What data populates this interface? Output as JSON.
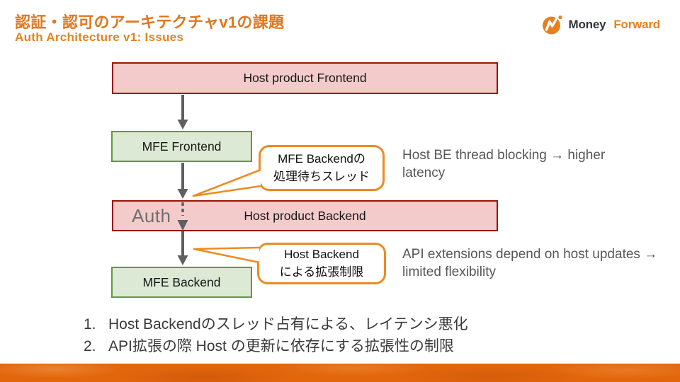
{
  "header": {
    "title_ja": "認証・認可のアーキテクチャv1の課題",
    "title_en": "Auth Architecture v1: Issues"
  },
  "logo": {
    "word1": "Money",
    "word2": "Forward",
    "icon": "money-forward-mark"
  },
  "diagram": {
    "boxes": [
      {
        "id": "host-frontend",
        "label": "Host product Frontend"
      },
      {
        "id": "mfe-frontend",
        "label": "MFE Frontend"
      },
      {
        "id": "host-backend",
        "label": "Host product Backend",
        "side_label": "Auth"
      },
      {
        "id": "mfe-backend",
        "label": "MFE Backend"
      }
    ],
    "callouts": [
      {
        "lines": [
          "MFE Backendの",
          "処理待ちスレッド"
        ]
      },
      {
        "lines": [
          "Host Backend",
          "による拡張制限"
        ]
      }
    ],
    "annotations": [
      {
        "text": "Host BE thread blocking → higher latency"
      },
      {
        "text": "API extensions depend on host updates → limited flexibility"
      }
    ]
  },
  "issues": [
    {
      "number": "1.",
      "text": "Host Backendのスレッド占有による、レイテンシ悪化"
    },
    {
      "number": "2.",
      "text": "API拡張の際 Host の更新に依存にする拡張性の制限"
    }
  ],
  "colors": {
    "accent_orange": "#E8821E",
    "title_orange": "#E0771E",
    "host_box_fill": "#F4CBCB",
    "host_box_border": "#9A1506",
    "mfe_box_fill": "#DCEAD5",
    "mfe_box_border": "#5E9B3C",
    "arrow_gray": "#5F5F5F",
    "annotation_gray": "#575757",
    "footer_orange": "#E2660C"
  }
}
